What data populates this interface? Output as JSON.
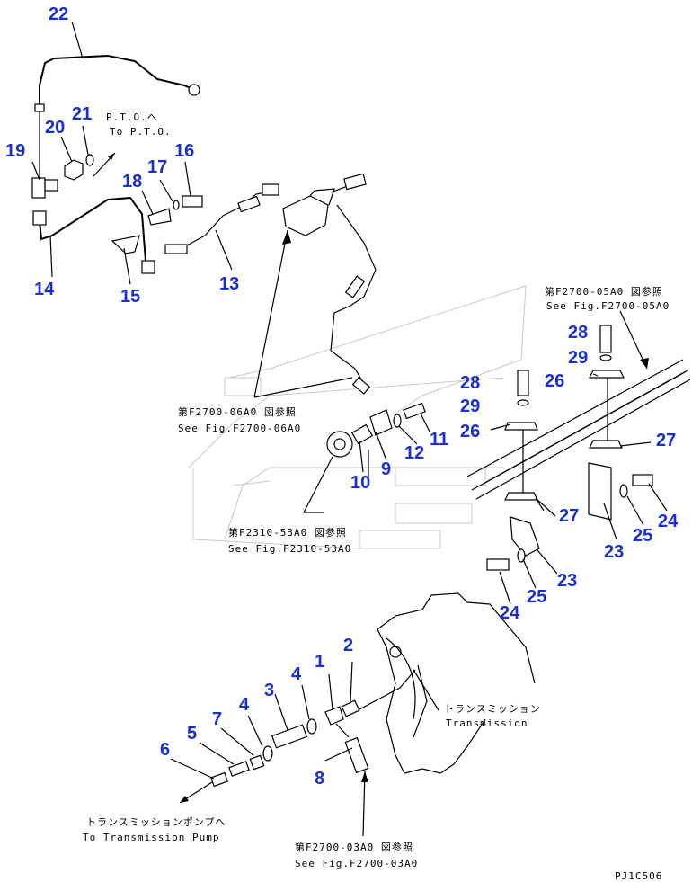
{
  "callouts": {
    "c1": "1",
    "c2": "2",
    "c3": "3",
    "c4a": "4",
    "c4b": "4",
    "c5": "5",
    "c6": "6",
    "c7": "7",
    "c8": "8",
    "c9": "9",
    "c10": "10",
    "c11": "11",
    "c12": "12",
    "c13": "13",
    "c14": "14",
    "c15": "15",
    "c16": "16",
    "c17": "17",
    "c18": "18",
    "c19": "19",
    "c20": "20",
    "c21": "21",
    "c22": "22",
    "c23a": "23",
    "c23b": "23",
    "c24a": "24",
    "c24b": "24",
    "c25a": "25",
    "c25b": "25",
    "c26a": "26",
    "c26b": "26",
    "c27a": "27",
    "c27b": "27",
    "c28a": "28",
    "c28b": "28",
    "c29a": "29",
    "c29b": "29"
  },
  "notes": {
    "pto_jp": "P.T.O.へ",
    "pto_en": "To P.T.O.",
    "ref0600_jp": "第F2700-06A0 図参照",
    "ref0600_en": "See Fig.F2700-06A0",
    "ref0500_jp": "第F2700-05A0 図参照",
    "ref0500_en": "See Fig.F2700-05A0",
    "ref5300_jp": "第F2310-53A0 図参照",
    "ref5300_en": "See Fig.F2310-53A0",
    "trans_jp": "トランスミッション",
    "trans_en": "Transmission",
    "pump_jp": "トランスミッションポンプへ",
    "pump_en": "To Transmission Pump",
    "ref0300_jp": "第F2700-03A0 図参照",
    "ref0300_en": "See Fig.F2700-03A0",
    "drawing_code": "PJ1C506"
  }
}
